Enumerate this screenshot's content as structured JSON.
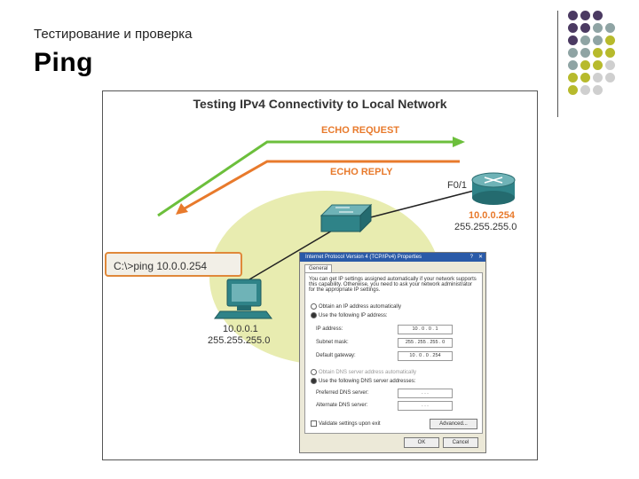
{
  "slide": {
    "subtitle": "Тестирование и проверка",
    "title": "Ping"
  },
  "decor": {
    "dot_colors": [
      "#4b3a62",
      "#8fa4a4",
      "#b7ba2c",
      "#cfcfcf"
    ]
  },
  "diagram": {
    "title": "Testing IPv4 Connectivity to Local Network",
    "echo_request": "ECHO REQUEST",
    "echo_reply": "ECHO REPLY",
    "router_interface": "F0/1",
    "router_ip": "10.0.0.254",
    "router_mask": "255.255.255.0",
    "pc_ip": "10.0.0.1",
    "pc_mask": "255.255.255.0",
    "command": "C:\\>ping 10.0.0.254",
    "colors": {
      "request_arrow": "#6cbf3c",
      "reply_arrow": "#e87a2c",
      "lan_area": "#e8ecb0",
      "highlight": "#e87a2c"
    }
  },
  "dialog": {
    "title": "Internet Protocol Version 4 (TCP/IPv4) Properties",
    "tab": "General",
    "intro": "You can get IP settings assigned automatically if your network supports this capability. Otherwise, you need to ask your network administrator for the appropriate IP settings.",
    "auto_ip": "Obtain an IP address automatically",
    "use_ip": "Use the following IP address:",
    "ip_label": "IP address:",
    "ip_value": "10 . 0 . 0 . 1",
    "mask_label": "Subnet mask:",
    "mask_value": "255 . 255 . 255 . 0",
    "gateway_label": "Default gateway:",
    "gateway_value": "10 . 0 . 0 . 254",
    "auto_dns": "Obtain DNS server address automatically",
    "use_dns": "Use the following DNS server addresses:",
    "pref_dns_label": "Preferred DNS server:",
    "alt_dns_label": "Alternate DNS server:",
    "dns_value": ". . .",
    "validate": "Validate settings upon exit",
    "advanced": "Advanced...",
    "ok": "OK",
    "cancel": "Cancel"
  }
}
